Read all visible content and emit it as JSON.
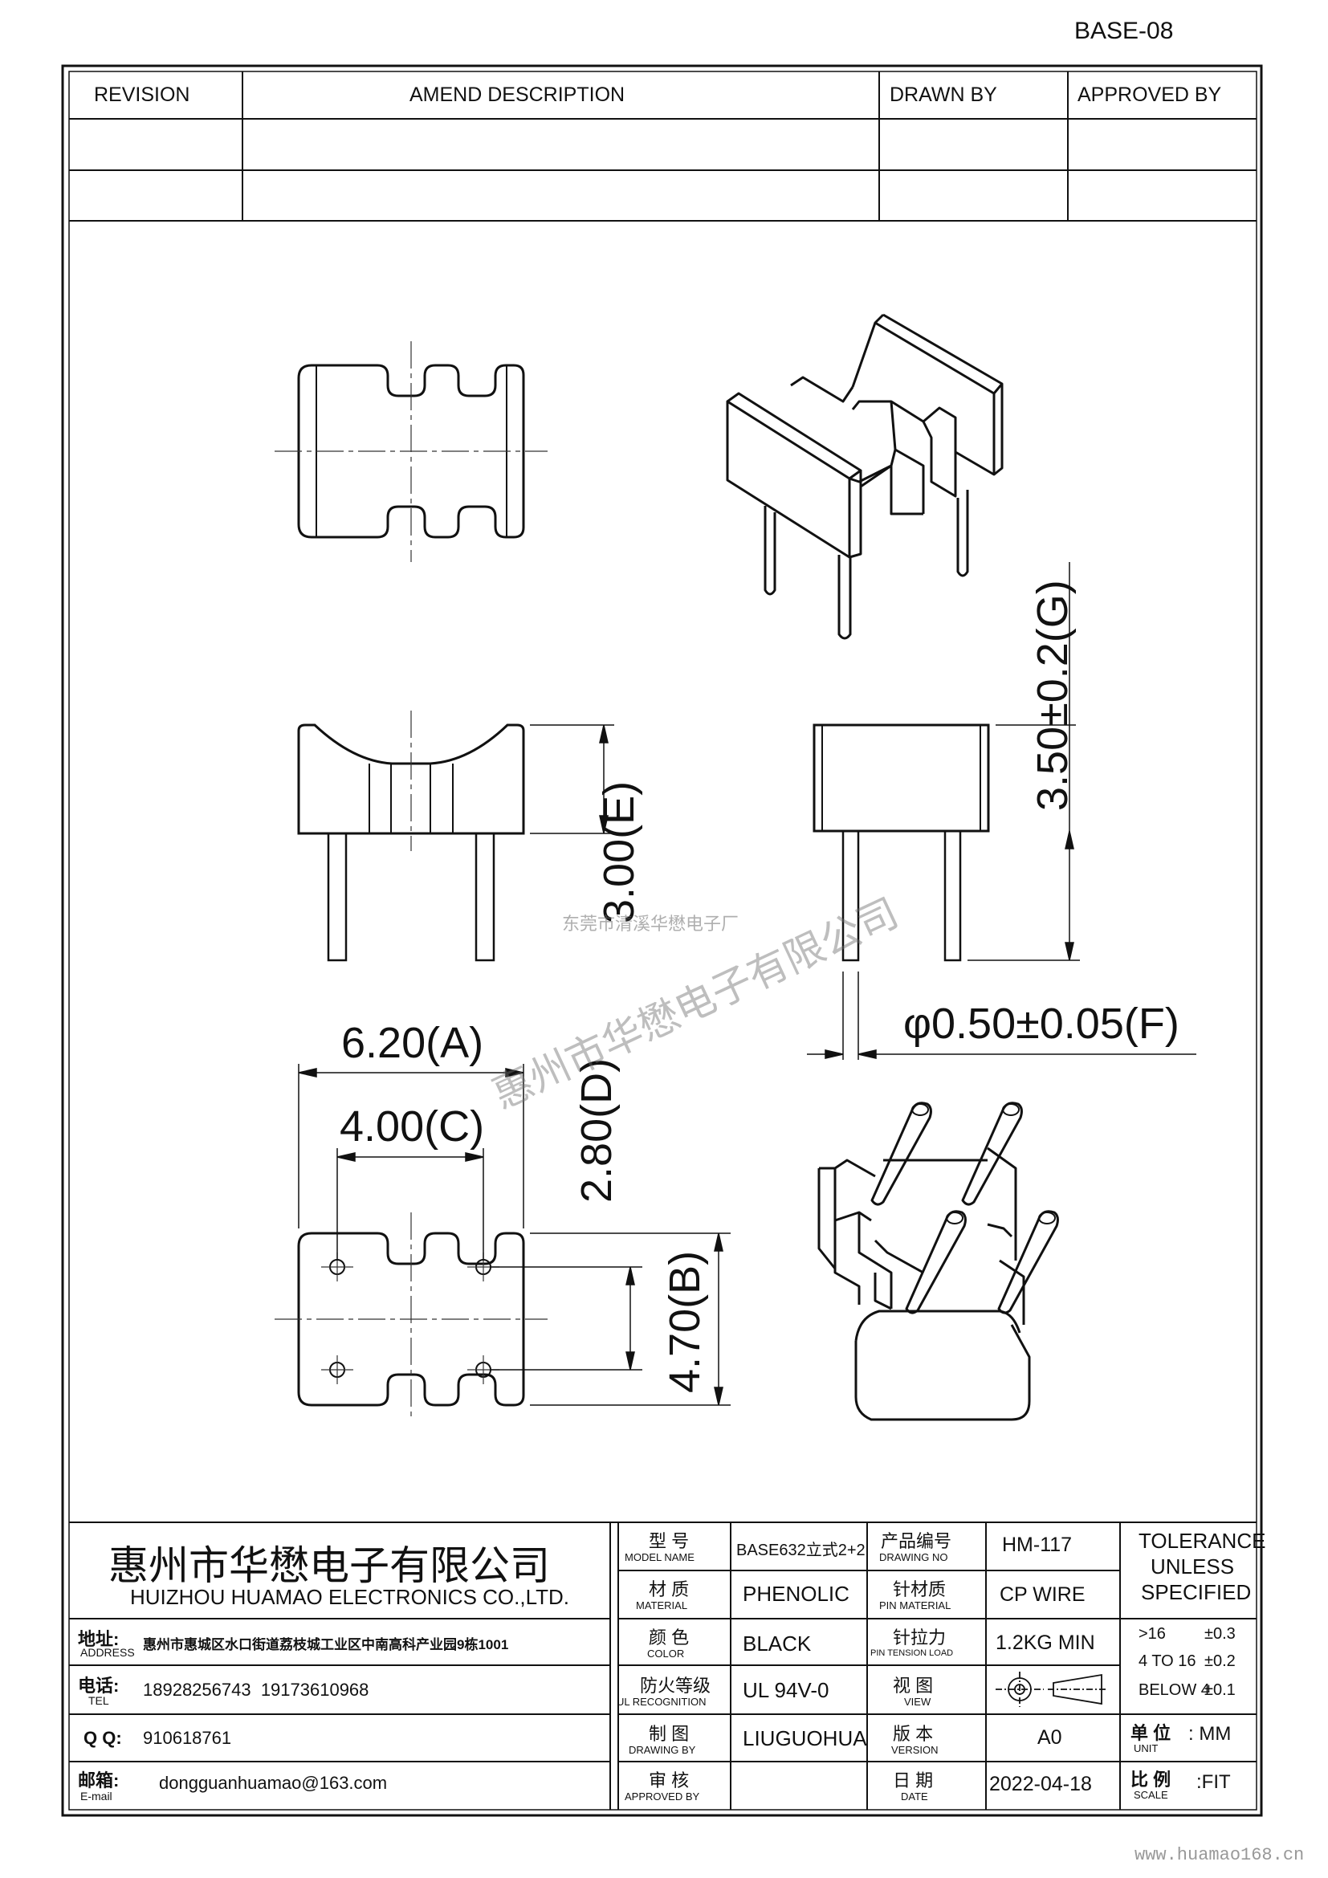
{
  "drawing_code": "BASE-08",
  "revision_table": {
    "headers": [
      "REVISION",
      "AMEND DESCRIPTION",
      "DRAWN BY",
      "APPROVED BY"
    ]
  },
  "dimensions": {
    "A": "6.20(A)",
    "B": "4.70(B)",
    "C": "4.00(C)",
    "D": "2.80(D)",
    "E": "3.00(E)",
    "F": "φ0.50±0.05(F)",
    "G": "3.50±0.2(G)"
  },
  "watermarks": {
    "line1": "东莞市清溪华懋电子厂",
    "line2": "惠州市华懋电子有限公司",
    "website": "www.huamao168.cn"
  },
  "title_block": {
    "company_cn": "惠州市华懋电子有限公司",
    "company_en": "HUIZHOU HUAMAO ELECTRONICS CO.,LTD.",
    "address_label_cn": "地址:",
    "address_label_en": "ADDRESS",
    "address": "惠州市惠城区水口街道荔枝城工业区中南高科产业园9栋1001",
    "tel_label_cn": "电话:",
    "tel_label_en": "TEL",
    "tel": "18928256743  19173610968",
    "qq_label": "Q Q:",
    "qq": "910618761",
    "email_label_cn": "邮箱:",
    "email_label_en": "E-mail",
    "email": "dongguanhuamao@163.com",
    "rows": [
      {
        "l_cn": "型 号",
        "l_en": "MODEL  NAME",
        "v": "BASE632立式2+2",
        "r_cn": "产品编号",
        "r_en": "DRAWING  NO",
        "rv": "HM-117"
      },
      {
        "l_cn": "材 质",
        "l_en": "MATERIAL",
        "v": "PHENOLIC",
        "r_cn": "针材质",
        "r_en": "PIN MATERIAL",
        "rv": "CP WIRE"
      },
      {
        "l_cn": "颜 色",
        "l_en": "COLOR",
        "v": "BLACK",
        "r_cn": "针拉力",
        "r_en": "PIN TENSION LOAD",
        "rv": "1.2KG MIN"
      },
      {
        "l_cn": "防火等级",
        "l_en": "UL RECOGNITION",
        "v": "UL 94V-0",
        "r_cn": "视 图",
        "r_en": "VIEW",
        "rv": ""
      },
      {
        "l_cn": "制 图",
        "l_en": "DRAWING  BY",
        "v": "LIUGUOHUA",
        "r_cn": "版 本",
        "r_en": "VERSION",
        "rv": "A0"
      },
      {
        "l_cn": "审 核",
        "l_en": "APPROVED BY",
        "v": "",
        "r_cn": "日 期",
        "r_en": "DATE",
        "rv": "2022-04-18"
      }
    ],
    "tolerance": {
      "head1": "TOLERANCE",
      "head2": "UNLESS",
      "head3": "SPECIFIED",
      "r1a": ">16",
      "r1b": "±0.3",
      "r2a": "4 TO 16",
      "r2b": "±0.2",
      "r3a": "BELOW 4",
      "r3b": "±0.1"
    },
    "unit_cn": "单 位",
    "unit_en": "UNIT",
    "unit_value": ": MM",
    "scale_cn": "比 例",
    "scale_en": "SCALE",
    "scale_value": ":FIT"
  }
}
